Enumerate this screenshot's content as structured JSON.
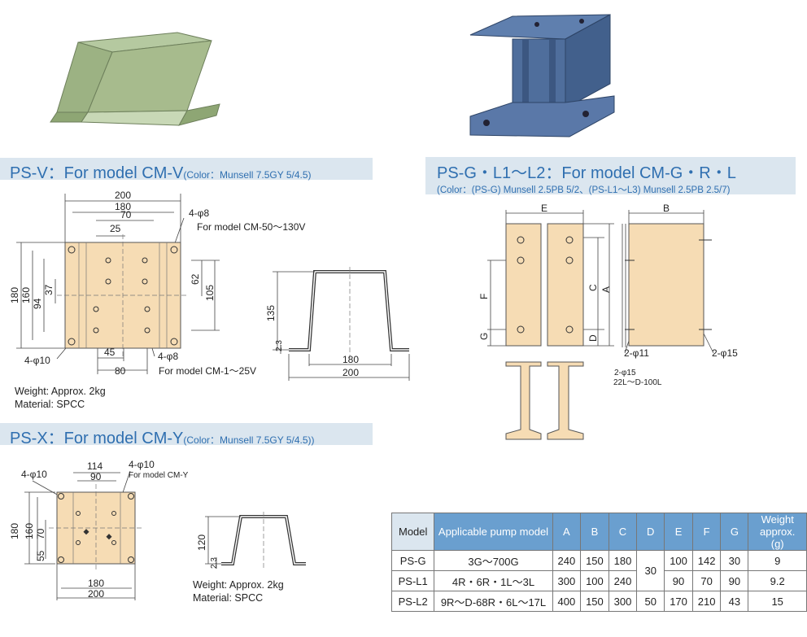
{
  "psv": {
    "title_main": "PS-V：For model CM-V",
    "title_color": "(Color：Munsell 7.5GY 5/4.5)",
    "plan_dims": {
      "d200": "200",
      "d180": "180",
      "d70": "70",
      "d25": "25",
      "hole_top": "4-φ8",
      "note_top": "For model CM-50〜130V",
      "v180": "180",
      "v160": "160",
      "v37": "37",
      "v94": "94",
      "v62": "62",
      "v105": "105",
      "hole_left": "4-φ10",
      "d45": "45",
      "d80": "80",
      "hole_bottom": "4-φ8",
      "note_bottom": "For model CM-1〜25V"
    },
    "side_dims": {
      "h135": "135",
      "t23": "2.3",
      "w180": "180",
      "w200": "200"
    },
    "weight": "Weight: Approx. 2kg",
    "material": "Material: SPCC"
  },
  "psx": {
    "title_main": "PS-X：For model CM-Y",
    "title_color": "(Color：Munsell 7.5GY 5/4.5))",
    "plan_dims": {
      "hole_left": "4-φ10",
      "d114": "114",
      "d90": "90",
      "hole_right": "4-φ10",
      "note_right": "For model CM-Y",
      "v180": "180",
      "v160": "160",
      "v70": "70",
      "v55": "55",
      "w180": "180",
      "w200": "200"
    },
    "side_dims": {
      "h120": "120",
      "t23": "2.3"
    },
    "weight": "Weight: Approx. 2kg",
    "material": "Material: SPCC"
  },
  "psg": {
    "title_main": "PS-G・L1〜L2：For model CM-G・R・L",
    "title_color": "(Color：(PS-G) Munsell 2.5PB 5/2、(PS-L1〜L3) Munsell 2.5PB 2.5/7)",
    "dims": {
      "E": "E",
      "B": "B",
      "F": "F",
      "C": "C",
      "A": "A",
      "G": "G",
      "D": "D",
      "hole1": "2-φ11",
      "hole2": "2-φ15",
      "hole3": "2-φ15",
      "note": "22L〜D-100L"
    }
  },
  "table": {
    "headers": [
      "Model",
      "Applicable pump model",
      "A",
      "B",
      "C",
      "D",
      "E",
      "F",
      "G",
      "Weight approx. (g)"
    ],
    "rows": [
      {
        "model": "PS-G",
        "pump": "3G〜700G",
        "A": "240",
        "B": "150",
        "C": "180",
        "D": "30",
        "E": "100",
        "F": "142",
        "G": "30",
        "W": "9"
      },
      {
        "model": "PS-L1",
        "pump": "4R・6R・1L〜3L",
        "A": "300",
        "B": "100",
        "C": "240",
        "E": "90",
        "F": "70",
        "G": "90",
        "W": "9.2"
      },
      {
        "model": "PS-L2",
        "pump": "9R〜D-68R・6L〜17L",
        "A": "400",
        "B": "150",
        "C": "300",
        "D": "50",
        "E": "170",
        "F": "210",
        "G": "43",
        "W": "15"
      }
    ]
  },
  "colors": {
    "plate": "#f6dcb4",
    "header_bg": "#dbe6ef",
    "header_text": "#2f6fb0",
    "table_head": "#6a9fcf"
  }
}
